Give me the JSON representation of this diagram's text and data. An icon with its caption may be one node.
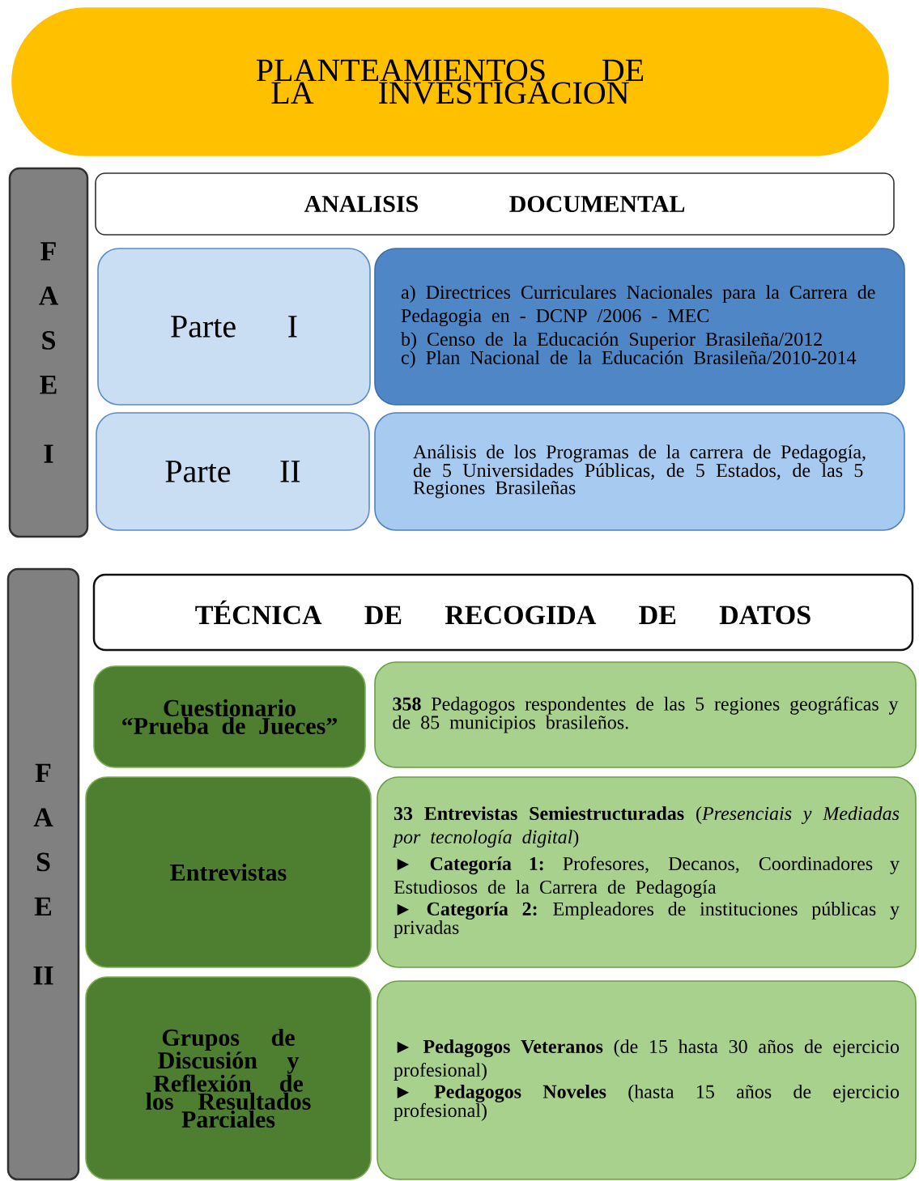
{
  "diagram": {
    "nodes": [
      {
        "text": [
          "PLANTEAMIENTOS DE LA INVESTIGACION"
        ]
      },
      {
        "text": [
          "F",
          "A",
          "S",
          "E",
          "I"
        ]
      },
      {
        "text": [
          "ANALISIS DOCUMENTAL"
        ]
      },
      {
        "text": [
          "Parte I"
        ]
      },
      {
        "text": [
          "a) Directrices Curriculares Nacionales para la Carrera de Pedagogia en - DCNP /2006 - MEC",
          "b) Censo de la Educación Superior Brasileña/2012",
          "c) Plan Nacional de la Educación Brasileña/2010-2014"
        ]
      },
      {
        "text": [
          "Parte II"
        ]
      },
      {
        "text": [
          "Análisis de los Programas de la carrera de Pedagogía, de 5 Universidades Públicas, de 5 Estados, de las 5 Regiones Brasileñas"
        ]
      },
      {
        "text": [
          "F",
          "A",
          "S",
          "E",
          "II"
        ]
      },
      {
        "text": [
          "TÉCNICA DE RECOGIDA DE DATOS"
        ]
      },
      {
        "text": [
          "Cuestionario “Prueba de Jueces”"
        ]
      },
      {
        "text": [
          "**358** Pedagogos respondentes de las 5 regiones geográficas y de 85 municipios brasileños."
        ]
      },
      {
        "text": [
          "Entrevistas"
        ]
      },
      {
        "text": [
          "**33 Entrevistas Semiestructuradas** (*Presenciais y Mediadas por tecnología digital*)",
          "► **Categoría 1:** Profesores, Decanos, Coordinadores y Estudiosos de la Carrera de Pedagogía",
          "► **Categoría 2:** Empleadores de instituciones públicas y privadas"
        ]
      },
      {
        "text": [
          "Grupos de Discusión y Reflexión de los Resultados Parciales"
        ]
      },
      {
        "text": [
          "► **Pedagogos Veteranos** (de 15 hasta 30 años de ejercicio profesional)",
          "► **Pedagogos Noveles** (hasta 15 años de ejercicio profesional)"
        ]
      }
    ]
  }
}
